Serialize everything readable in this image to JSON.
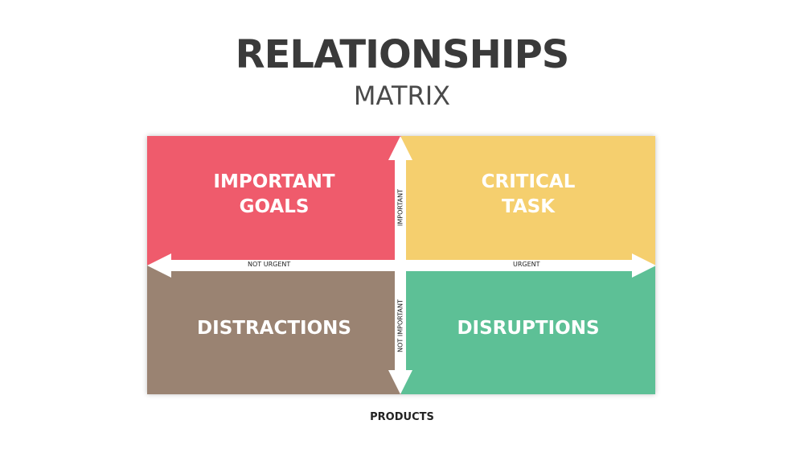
{
  "header": {
    "title": "RELATIONSHIPS",
    "subtitle": "MATRIX"
  },
  "quadrants": {
    "top_left": {
      "label": "IMPORTANT\nGOALS",
      "color": "#ef5b6c"
    },
    "top_right": {
      "label": "CRITICAL\nTASK",
      "color": "#f5cf6e"
    },
    "bottom_left": {
      "label": "DISTRACTIONS",
      "color": "#9a8372"
    },
    "bottom_right": {
      "label": "DISRUPTIONS",
      "color": "#5dc096"
    }
  },
  "axes": {
    "left": "NOT URGENT",
    "right": "URGENT",
    "up": "IMPORTANT",
    "down": "NOT IMPORTANT"
  },
  "footer": {
    "label": "PRODUCTS"
  }
}
